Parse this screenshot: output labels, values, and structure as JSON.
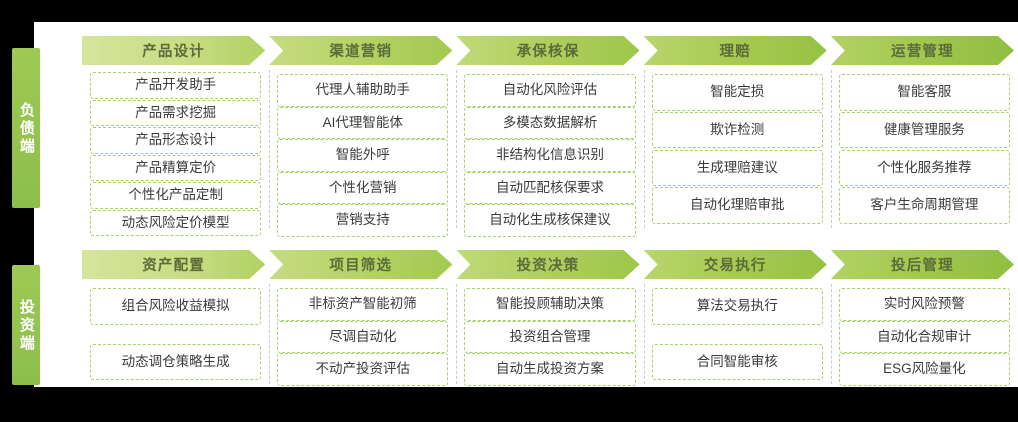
{
  "diagram": {
    "title_caption": "",
    "colors": {
      "accent_green": "#9ec955",
      "arrow_light": "#d6e59b",
      "arrow_dark": "#8fbf41",
      "chip_border": "#a9cf6f",
      "divider": "#c9cdc6",
      "header_text": "#5b6b39",
      "chip_text": "#3b3b3b"
    },
    "bands": [
      {
        "side_label": "负债端",
        "columns": [
          {
            "header": "产品设计",
            "items": [
              "产品开发助手",
              "产品需求挖掘",
              "产品形态设计",
              "产品精算定价",
              "个性化产品定制",
              "动态风险定价模型"
            ]
          },
          {
            "header": "渠道营销",
            "items": [
              "代理人辅助助手",
              "AI代理智能体",
              "智能外呼",
              "个性化营销",
              "营销支持"
            ]
          },
          {
            "header": "承保核保",
            "items": [
              "自动化风险评估",
              "多模态数据解析",
              "非结构化信息识别",
              "自动匹配核保要求",
              "自动化生成核保建议"
            ]
          },
          {
            "header": "理赔",
            "items": [
              "智能定损",
              "欺诈检测",
              "生成理赔建议",
              "自动化理赔审批"
            ]
          },
          {
            "header": "运营管理",
            "items": [
              "智能客服",
              "健康管理服务",
              "个性化服务推荐",
              "客户生命周期管理"
            ]
          }
        ]
      },
      {
        "side_label": "投资端",
        "columns": [
          {
            "header": "资产配置",
            "items": [
              "组合风险收益模拟",
              "动态调仓策略生成"
            ]
          },
          {
            "header": "项目筛选",
            "items": [
              "非标资产智能初筛",
              "尽调自动化",
              "不动产投资评估"
            ]
          },
          {
            "header": "投资决策",
            "items": [
              "智能投顾辅助决策",
              "投资组合管理",
              "自动生成投资方案"
            ]
          },
          {
            "header": "交易执行",
            "items": [
              "算法交易执行",
              "合同智能审核"
            ]
          },
          {
            "header": "投后管理",
            "items": [
              "实时风险预警",
              "自动化合规审计",
              "ESG风险量化"
            ]
          }
        ]
      }
    ]
  }
}
